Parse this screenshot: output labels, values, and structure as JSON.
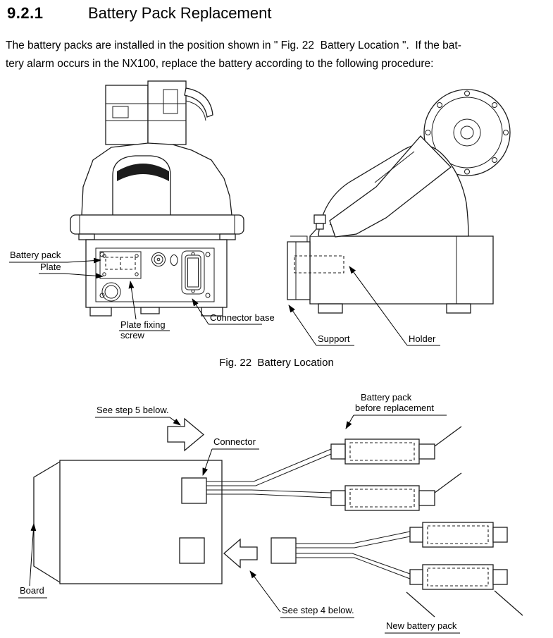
{
  "page": {
    "section_number": "9.2.1",
    "section_title": "Battery Pack Replacement",
    "intro_line1": "The battery packs are installed in the position shown in \" Fig. 22  Battery Location \".  If the bat-",
    "intro_line2": "tery alarm occurs in the NX100, replace the battery according to the following procedure:"
  },
  "fig22": {
    "caption": "Fig. 22  Battery Location",
    "labels": {
      "battery_pack": "Battery pack",
      "plate": "Plate",
      "plate_fixing_line1": "Plate fixing",
      "plate_fixing_line2": "screw",
      "connector_base": "Connector base",
      "support": "Support",
      "holder": "Holder"
    }
  },
  "fig_replace": {
    "labels": {
      "see_step5": "See step 5 below.",
      "battery_before_line1": "Battery pack",
      "battery_before_line2": "before replacement",
      "connector": "Connector",
      "board": "Board",
      "see_step4": "See step 4 below.",
      "new_battery_pack": "New battery pack"
    }
  }
}
